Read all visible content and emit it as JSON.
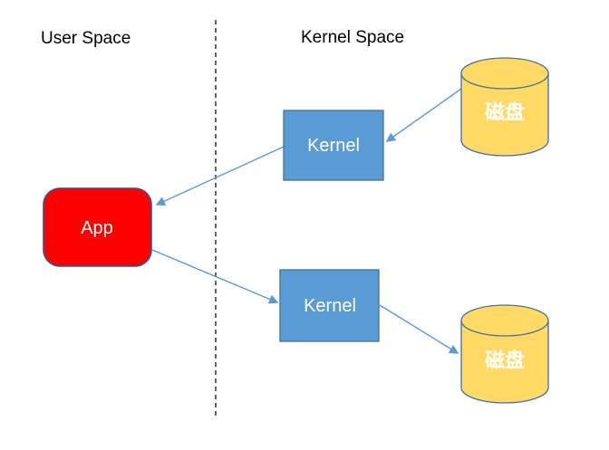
{
  "labels": {
    "user_space": "User Space",
    "kernel_space": "Kernel Space",
    "app": "App",
    "kernel_top": "Kernel",
    "kernel_bottom": "Kernel",
    "disk_top": "磁盘",
    "disk_bottom": "磁盘"
  },
  "colors": {
    "kernel-fill": "#5B9BD5",
    "kernel-border": "#41719C",
    "app-fill": "#FF0000",
    "app-border": "#2F5597",
    "disk-fill": "#FFD966",
    "disk-border": "#41719C",
    "arrow": "#5B9BD5",
    "divider": "#404040",
    "label-text": "#000000",
    "shape-text": "#FFFFFF"
  }
}
